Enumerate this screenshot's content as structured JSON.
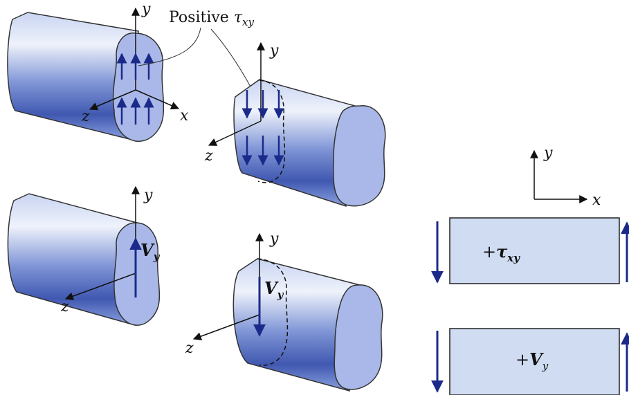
{
  "title": {
    "prefix": "Positive ",
    "symbol": "τ",
    "sub": "xy"
  },
  "axes": {
    "x": "x",
    "y": "y",
    "z": "z"
  },
  "labels": {
    "vy_symbol": "V",
    "vy_sub": "y",
    "plus_tau": "+",
    "tau_symbol": "τ",
    "tau_sub": "xy",
    "plus_v": "+",
    "v_symbol": "V",
    "v_sub": "y"
  },
  "colors": {
    "body": "#7f99d6",
    "face": "#a9b8e8",
    "arrow": "#1b2a8a",
    "panel": "#c9d8f0"
  }
}
